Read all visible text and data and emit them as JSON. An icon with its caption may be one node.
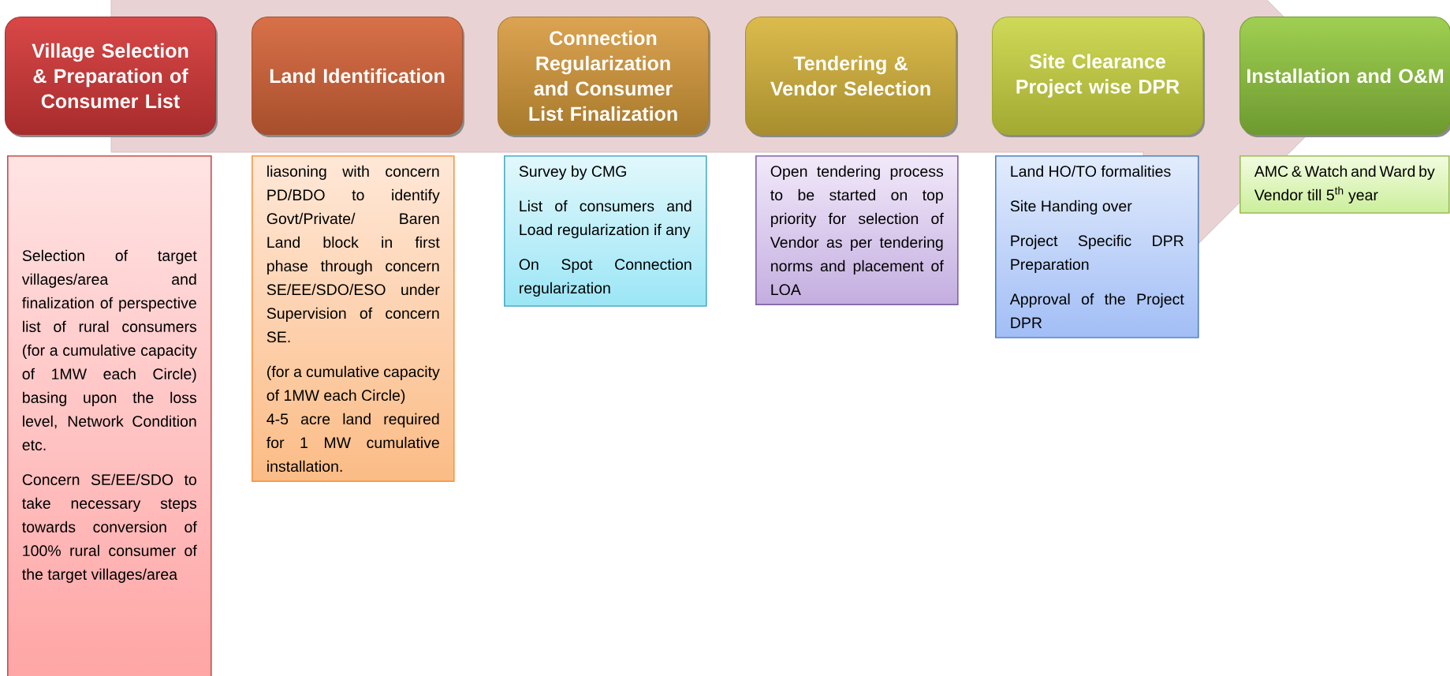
{
  "diagram": {
    "nodes": [
      {
        "text": [
          "Village Selection & Preparation of Consumer List"
        ]
      },
      {
        "text": [
          "Land Identification"
        ]
      },
      {
        "text": [
          "Connection Regularization and Consumer List Finalization"
        ]
      },
      {
        "text": [
          "Tendering & Vendor Selection"
        ]
      },
      {
        "text": [
          "Site Clearance Project wise DPR"
        ]
      },
      {
        "text": [
          "Installation and O&M"
        ]
      },
      {
        "text": [
          "Selection of target villages/area and finalization of perspective list of rural consumers (for a cumulative capacity of 1MW each Circle) basing upon the loss level, Network Condition etc.",
          "Concern SE/EE/SDO to take necessary steps towards conversion of 100% rural consumer of the target villages/area"
        ]
      },
      {
        "text": [
          "liasoning with concern PD/BDO to identify Govt/Private/ Baren Land block in first phase through concern SE/EE/SDO/ESO under Supervision of concern SE.",
          "(for a cumulative capacity of 1MW each Circle)",
          "4-5 acre land required for 1 MW cumulative installation."
        ]
      },
      {
        "text": [
          "Survey by CMG",
          "List of consumers and Load regularization if any",
          "On Spot Connection regularization"
        ]
      },
      {
        "text": [
          "Open tendering process to be started on top priority for selection of Vendor as per tendering norms and placement of LOA"
        ]
      },
      {
        "text": [
          "Land HO/TO formalities",
          "Site Handing over",
          "Project Specific DPR Preparation",
          "Approval of the Project DPR"
        ]
      },
      {
        "text": [
          "AMC & Watch and Ward by Vendor till 5$^{th}$ year"
        ]
      }
    ]
  }
}
